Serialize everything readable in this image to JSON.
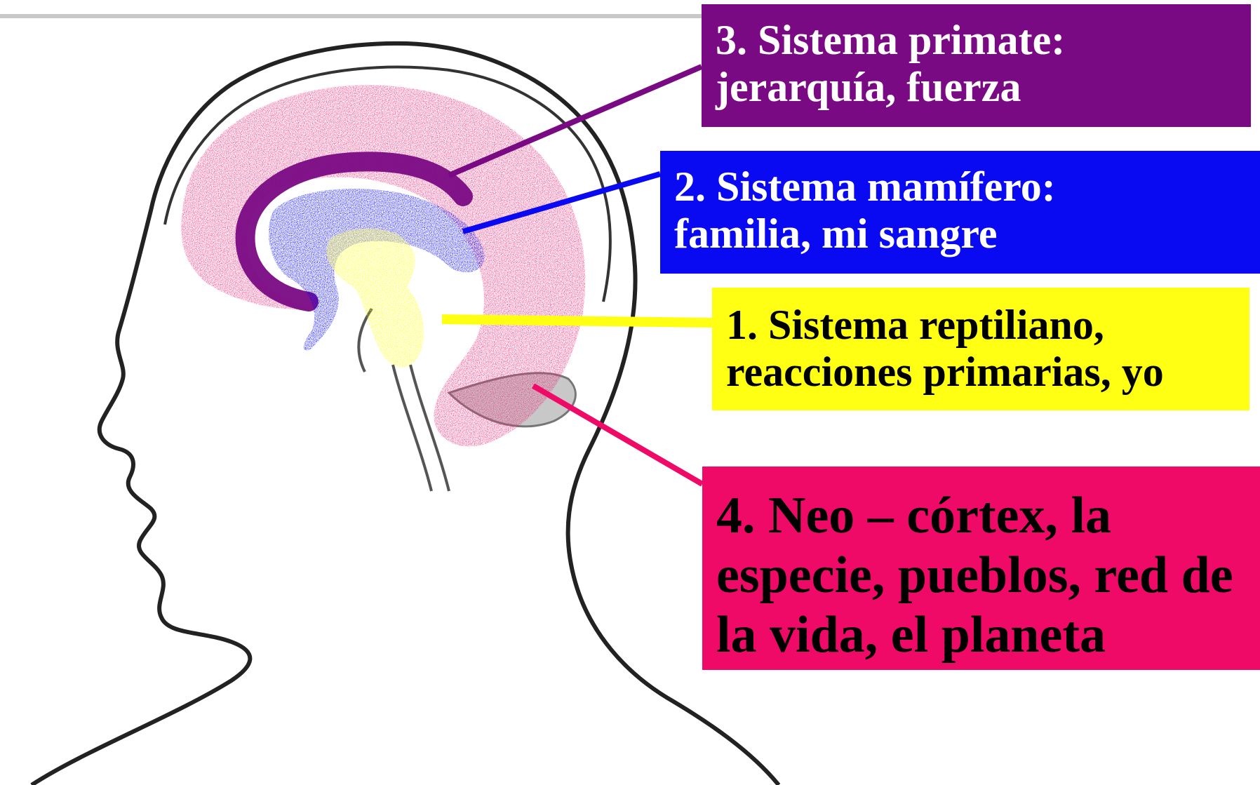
{
  "labels": {
    "primate": {
      "line1": "3. Sistema primate:",
      "line2": "jerarquía, fuerza",
      "color": "#7a0a84"
    },
    "mamifero": {
      "line1": "2. Sistema mamífero:",
      "line2": "familia, mi sangre",
      "color": "#0a0af2"
    },
    "reptil": {
      "line1": "1. Sistema reptiliano,",
      "line2": "reacciones primarias, yo",
      "color": "#ffff14"
    },
    "neo": {
      "line1": "4. Neo – córtex, la",
      "line2": "especie, pueblos, red de",
      "line3": "la vida, el planeta",
      "color": "#ee0a66"
    }
  },
  "regions": {
    "neocortex_color": "#ee2a7a",
    "primate_color": "#7a0a84",
    "mamifero_color": "#0a0af2",
    "reptil_color": "#ffff14"
  }
}
